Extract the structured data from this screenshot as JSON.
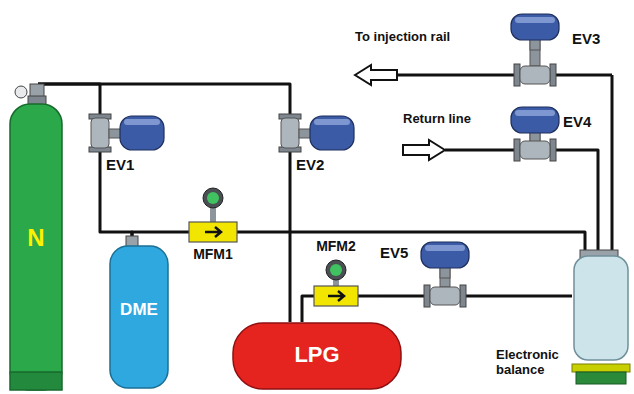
{
  "diagram": {
    "nodes": [
      {
        "text": [
          "N"
        ]
      },
      {
        "text": [
          "DME"
        ]
      },
      {
        "text": [
          "LPG"
        ]
      },
      {
        "text": [
          "EV1"
        ]
      },
      {
        "text": [
          "EV2"
        ]
      },
      {
        "text": [
          "MFM1"
        ]
      },
      {
        "text": [
          "MFM2"
        ]
      },
      {
        "text": [
          "EV5"
        ]
      },
      {
        "text": [
          "EV3"
        ]
      },
      {
        "text": [
          "EV4"
        ]
      },
      {
        "text": [
          "Electronic balance"
        ]
      }
    ],
    "edges": [
      {
        "from": 0,
        "to": 3,
        "arrow": "none"
      },
      {
        "from": 3,
        "to": 1,
        "arrow": "none"
      },
      {
        "from": 0,
        "to": 4,
        "arrow": "none"
      },
      {
        "from": 4,
        "to": 2,
        "arrow": "none"
      },
      {
        "from": 1,
        "to": 5,
        "arrow": "none"
      },
      {
        "from": 5,
        "to": 10,
        "arrow": "none"
      },
      {
        "from": 2,
        "to": 6,
        "arrow": "none"
      },
      {
        "from": 6,
        "to": 7,
        "arrow": "none"
      },
      {
        "from": 7,
        "to": 10,
        "arrow": "none"
      },
      {
        "from": 10,
        "to": 8,
        "arrow": "none"
      },
      {
        "from": 10,
        "to": 9,
        "arrow": "none"
      }
    ],
    "labels": [
      "To injection rail",
      "Return line"
    ]
  }
}
